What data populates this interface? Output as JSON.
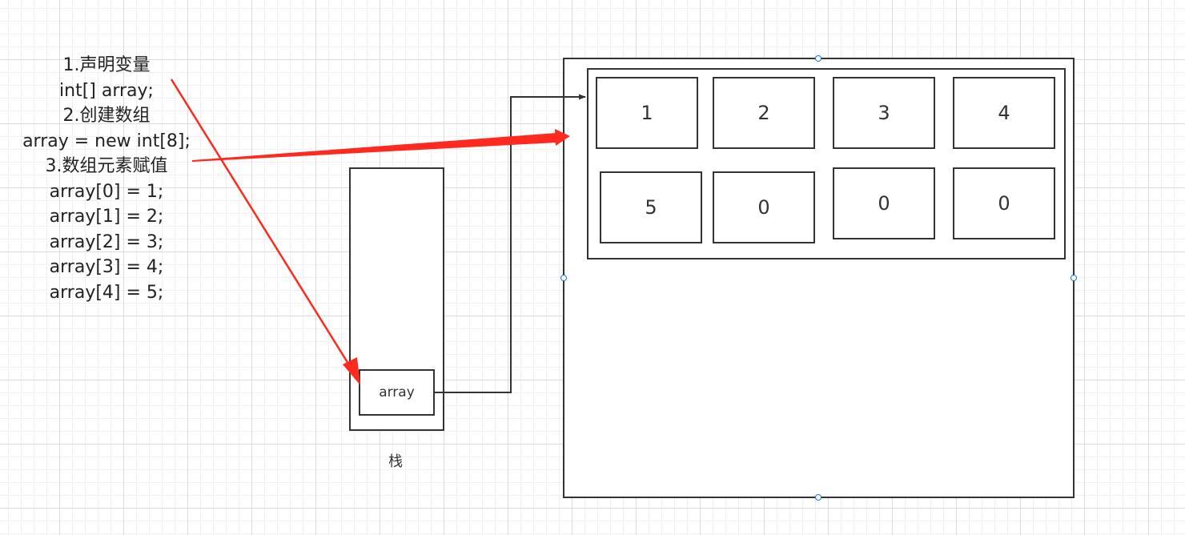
{
  "code": {
    "lines": [
      "1.声明变量",
      "int[] array;",
      "2.创建数组",
      "array = new int[8];",
      "3.数组元素赋值",
      "array[0] = 1;",
      "array[1] = 2;",
      "array[2] = 3;",
      "array[3] = 4;",
      "array[4] = 5;"
    ]
  },
  "stack": {
    "label": "栈",
    "variable": "array"
  },
  "heap": {
    "cells": [
      "1",
      "2",
      "3",
      "4",
      "5",
      "0",
      "0",
      "0"
    ]
  },
  "colors": {
    "arrow_red": "#ff2a1f",
    "line_dark": "#333333",
    "handle_blue": "#1a73e8"
  }
}
